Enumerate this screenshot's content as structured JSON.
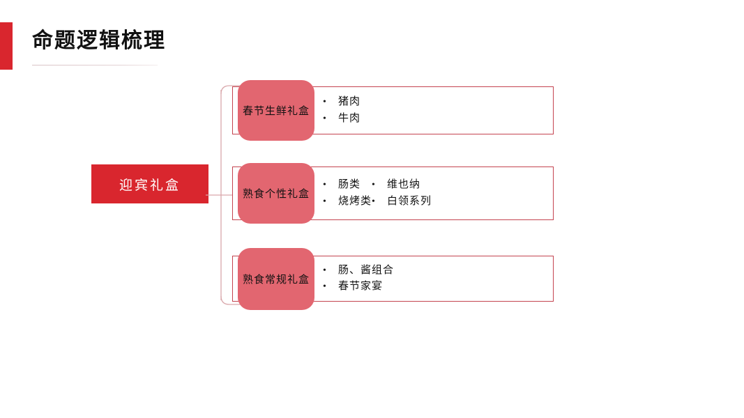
{
  "header": {
    "title": "命题逻辑梳理",
    "accent_color": "#d9262e",
    "underline_color": "#e0cfd1"
  },
  "diagram": {
    "root": {
      "label": "迎宾礼盒",
      "background_color": "#d9262e",
      "text_color": "#ffffff"
    },
    "chip_color": "#e26670",
    "box_border_color": "#c4434f",
    "connector_color": "#d9a7ab",
    "bullet_glyph": "•",
    "branches": [
      {
        "chip_label": "春节生鲜礼盒",
        "columns": [
          {
            "items": [
              "猪肉",
              "牛肉"
            ]
          }
        ]
      },
      {
        "chip_label": "熟食个性礼盒",
        "columns": [
          {
            "items": [
              "肠类",
              "烧烤类"
            ]
          },
          {
            "items": [
              "维也纳",
              "白领系列"
            ]
          }
        ]
      },
      {
        "chip_label": "熟食常规礼盒",
        "columns": [
          {
            "items": [
              "肠、酱组合",
              "春节家宴"
            ]
          }
        ]
      }
    ]
  }
}
